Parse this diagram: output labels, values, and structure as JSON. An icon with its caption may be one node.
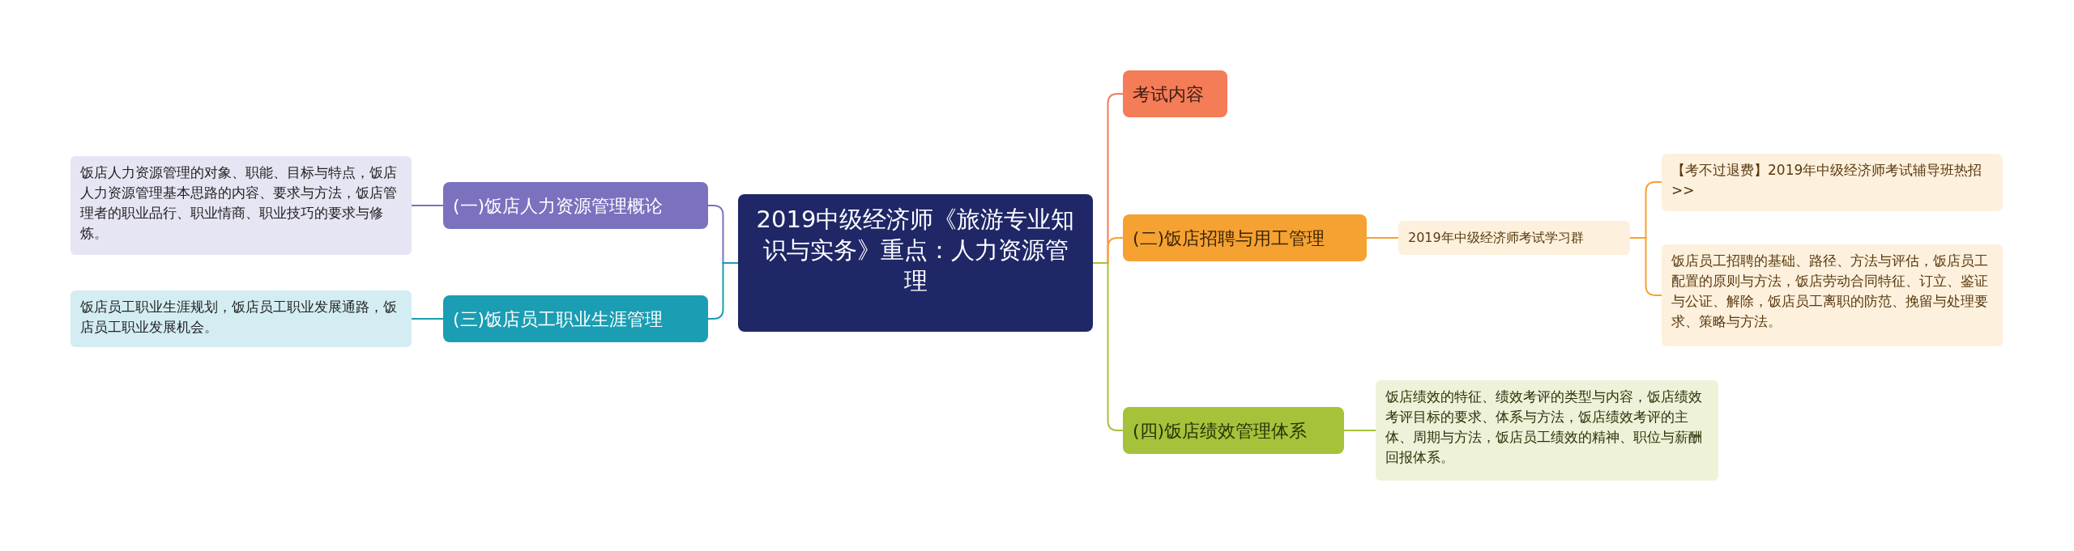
{
  "diagram": {
    "nodes": [
      {
        "text": [
          "2019中级经济师《旅游专业知识与实务》重点：人力资源管理"
        ]
      },
      {
        "text": [
          "考试内容"
        ]
      },
      {
        "text": [
          "(二)饭店招聘与用工管理"
        ]
      },
      {
        "text": [
          "2019年中级经济师考试学习群"
        ]
      },
      {
        "text": [
          "【考不过退费】2019年中级经济师考试辅导班热招>>"
        ]
      },
      {
        "text": [
          "饭店员工招聘的基础、路径、方法与评估，饭店员工配置的原则与方法，饭店劳动合同特征、订立、鉴证与公证、解除，饭店员工离职的防范、挽留与处理要求、策略与方法。"
        ]
      },
      {
        "text": [
          "(四)饭店绩效管理体系"
        ]
      },
      {
        "text": [
          "饭店绩效的特征、绩效考评的类型与内容，饭店绩效考评目标的要求、体系与方法，饭店绩效考评的主体、周期与方法，饭店员工绩效的精神、职位与薪酬回报体系。"
        ]
      },
      {
        "text": [
          "(一)饭店人力资源管理概论"
        ]
      },
      {
        "text": [
          "饭店人力资源管理的对象、职能、目标与特点，饭店人力资源管理基本思路的内容、要求与方法，饭店管理者的职业品行、职业情商、职业技巧的要求与修炼。"
        ]
      },
      {
        "text": [
          "(三)饭店员工职业生涯管理"
        ]
      },
      {
        "text": [
          "饭店员工职业生涯规划，饭店员工职业发展通路，饭店员工职业发展机会。"
        ]
      }
    ],
    "edges": [
      {
        "from": 0,
        "to": 1,
        "arrow": "none",
        "color": "#f47c57"
      },
      {
        "from": 0,
        "to": 2,
        "arrow": "none",
        "color": "#f5a232"
      },
      {
        "from": 2,
        "to": 3,
        "arrow": "none",
        "color": "#f5a232"
      },
      {
        "from": 3,
        "to": 4,
        "arrow": "none",
        "color": "#f5a232"
      },
      {
        "from": 3,
        "to": 5,
        "arrow": "none",
        "color": "#f5a232"
      },
      {
        "from": 0,
        "to": 6,
        "arrow": "none",
        "color": "#a5c23a"
      },
      {
        "from": 6,
        "to": 7,
        "arrow": "none",
        "color": "#a5c23a"
      },
      {
        "from": 0,
        "to": 8,
        "arrow": "none",
        "color": "#7a71bf"
      },
      {
        "from": 8,
        "to": 9,
        "arrow": "none",
        "color": "#7a71bf"
      },
      {
        "from": 0,
        "to": 10,
        "arrow": "none",
        "color": "#1b9db3"
      },
      {
        "from": 10,
        "to": 11,
        "arrow": "none",
        "color": "#1b9db3"
      }
    ]
  }
}
